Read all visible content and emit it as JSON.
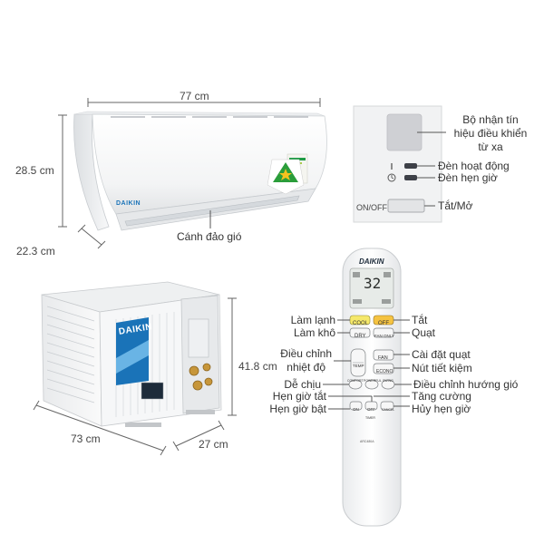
{
  "dimensions": {
    "indoor_width": "77 cm",
    "indoor_height": "28.5 cm",
    "indoor_depth": "22.3 cm",
    "outdoor_width": "73 cm",
    "outdoor_depth": "27 cm",
    "outdoor_height": "41.8 cm"
  },
  "indoor": {
    "brand": "DAIKIN",
    "flap_label": "Cánh đảo gió"
  },
  "panel": {
    "receiver_label_1": "Bộ nhận tín",
    "receiver_label_2": "hiệu điều khiển",
    "receiver_label_3": "từ xa",
    "operation_lamp": "Đèn hoạt động",
    "timer_lamp": "Đèn hẹn giờ",
    "onoff_text": "ON/OFF",
    "onoff_label": "Tắt/Mở"
  },
  "outdoor": {
    "brand": "DAIKIN"
  },
  "remote": {
    "brand": "DAIKIN",
    "display_temp": "32",
    "buttons": {
      "cool": "COOL",
      "off": "OFF",
      "dry": "DRY",
      "fan_only": "FAN ONLY",
      "temp": "TEMP",
      "fan": "FAN",
      "econo": "ECONO",
      "comfort": "COMFORT",
      "powerful": "POWERFUL",
      "swing": "SWING",
      "on": "ON",
      "off_timer": "OFF",
      "cancel": "CANCEL",
      "timer": "TIMER"
    },
    "model": "ARC480A"
  },
  "remote_labels": {
    "cool": "Làm lạnh",
    "dry": "Làm khô",
    "temp_1": "Điều chỉnh",
    "temp_2": "nhiệt độ",
    "comfort": "Dễ chịu",
    "off_timer": "Hẹn giờ tắt",
    "on_timer": "Hẹn giờ bật",
    "off": "Tắt",
    "fan_only": "Quạt",
    "fan": "Cài đặt quạt",
    "econo": "Nút tiết kiệm",
    "swing": "Điều chỉnh hướng gió",
    "powerful": "Tăng cường",
    "cancel": "Hủy hẹn giờ"
  },
  "colors": {
    "cool_button": "#f5e86a",
    "off_button": "#f5c341",
    "line": "#555555",
    "brand_blue": "#1a73b8"
  }
}
